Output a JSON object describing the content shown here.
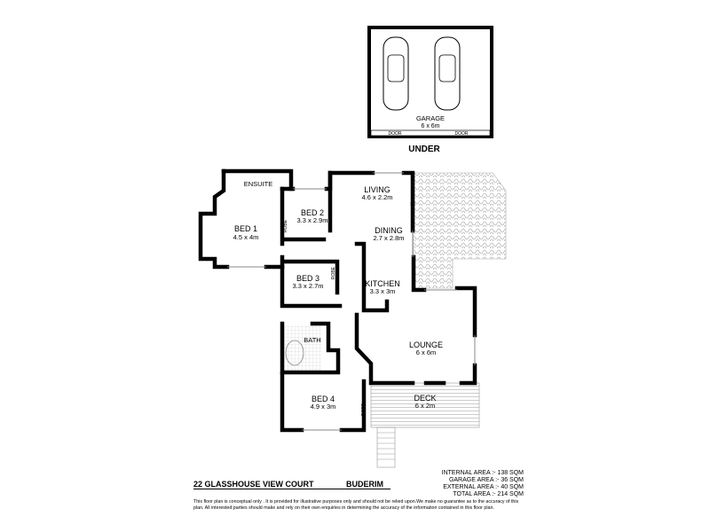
{
  "garage": {
    "title": "UNDER",
    "room": "GARAGE",
    "size": "6 x 6m",
    "door_label": "DOOR"
  },
  "rooms": {
    "ensuite": {
      "name": "ENSUITE"
    },
    "bed1": {
      "name": "BED 1",
      "size": "4.5 x 4m"
    },
    "bed2": {
      "name": "BED 2",
      "size": "3.3 x 2.9m"
    },
    "bed3": {
      "name": "BED 3",
      "size": "3.3 x 2.7m"
    },
    "bed4": {
      "name": "BED 4",
      "size": "4.9 x 3m"
    },
    "living": {
      "name": "LIVING",
      "size": "4.6 x 2.2m"
    },
    "dining": {
      "name": "DINING",
      "size": "2.7 x 2.8m"
    },
    "kitchen": {
      "name": "KITCHEN",
      "size": "3.3 x 3m"
    },
    "lounge": {
      "name": "LOUNGE",
      "size": "6 x 6m"
    },
    "deck": {
      "name": "DECK",
      "size": "6 x 2m"
    },
    "bath": {
      "name": "BATH"
    },
    "robe": "ROBE"
  },
  "address": "22 GLASSHOUSE VIEW COURT",
  "suburb": "BUDERIM",
  "areas": [
    {
      "label": "INTERNAL AREA :-",
      "value": "138 SQM"
    },
    {
      "label": "GARAGE AREA :-",
      "value": "36 SQM"
    },
    {
      "label": "EXTERNAL AREA :-",
      "value": "40 SQM"
    },
    {
      "label": "TOTAL AREA :-",
      "value": "214 SQM"
    }
  ],
  "disclaimer": "This floor plan is conceptual only . It is provided for illustrative purposes only and should not be relied upon.We make no guarantee as to the accuracy of this plan. All interested parties should make and rely on their own enquiries in determining the accuracy of the information contained in this floor plan."
}
